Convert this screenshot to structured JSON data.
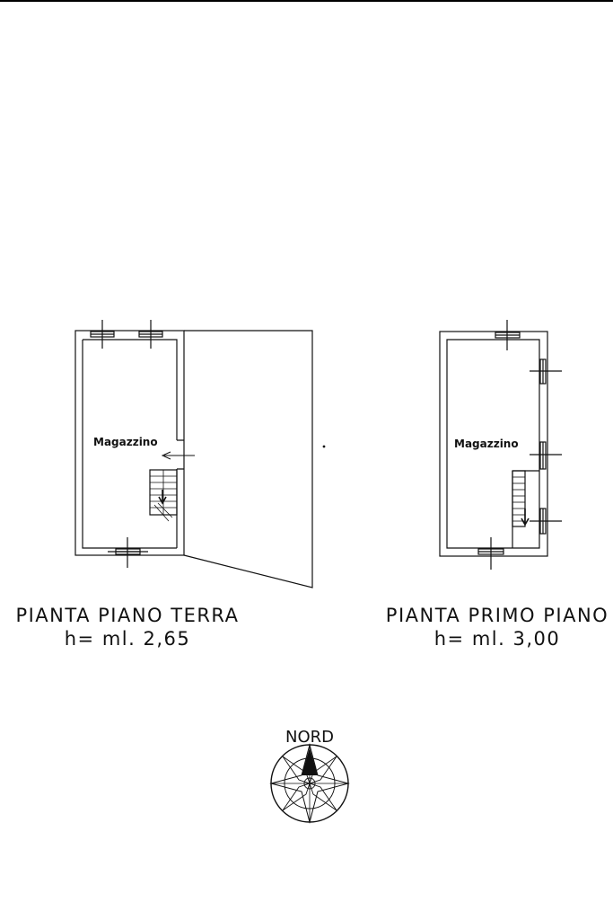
{
  "plans": [
    {
      "room_label": "Magazzino",
      "caption_title": "PIANTA PIANO TERRA",
      "caption_height": "h= ml. 2,65"
    },
    {
      "room_label": "Magazzino",
      "caption_title": "PIANTA PRIMO PIANO",
      "caption_height": "h= ml. 3,00"
    }
  ],
  "compass": {
    "label": "NORD"
  },
  "colors": {
    "ink": "#111111",
    "paper": "#ffffff"
  }
}
